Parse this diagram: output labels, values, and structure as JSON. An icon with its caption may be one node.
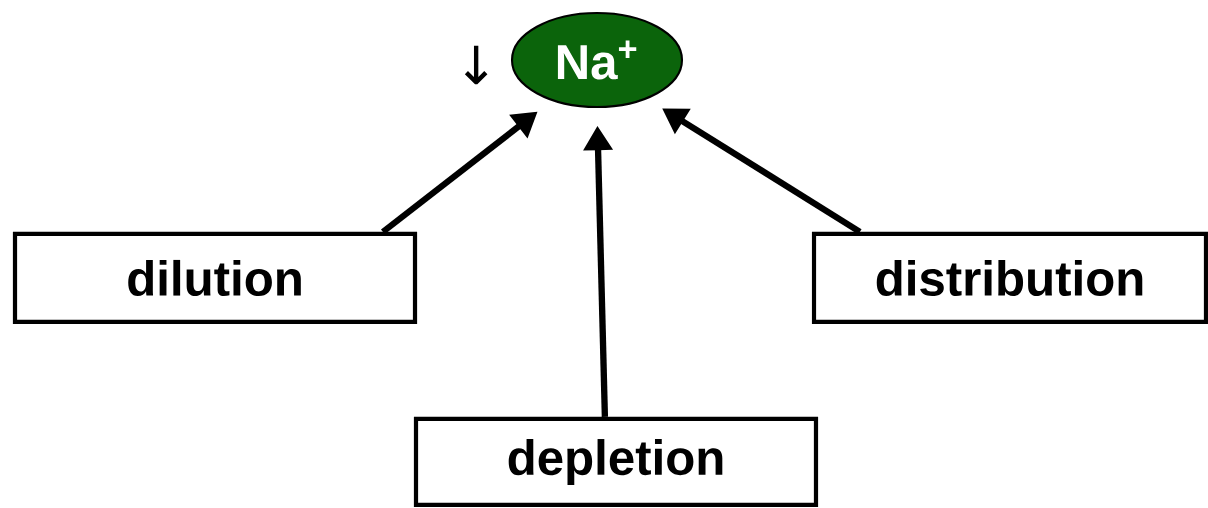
{
  "diagram": {
    "nodes": [
      {
        "text": [
          "Na$^{+}$"
        ],
        "beside": [
          "↓"
        ]
      },
      {
        "text": [
          "dilution"
        ]
      },
      {
        "text": [
          "depletion"
        ]
      },
      {
        "text": [
          "distribution"
        ]
      }
    ],
    "edges": [
      {
        "from": 1,
        "to": 0,
        "arrow": "to"
      },
      {
        "from": 2,
        "to": 0,
        "arrow": "to"
      },
      {
        "from": 3,
        "to": 0,
        "arrow": "to"
      }
    ]
  }
}
